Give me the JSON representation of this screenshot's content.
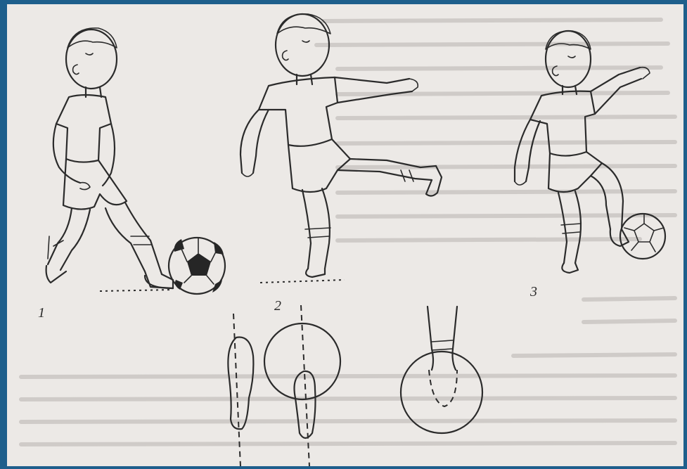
{
  "figure": {
    "labels": [
      "1",
      "2",
      "3"
    ]
  },
  "colors": {
    "frame": "#1e5f8c",
    "paper": "#ece9e6",
    "ink": "#2b2b2b"
  }
}
